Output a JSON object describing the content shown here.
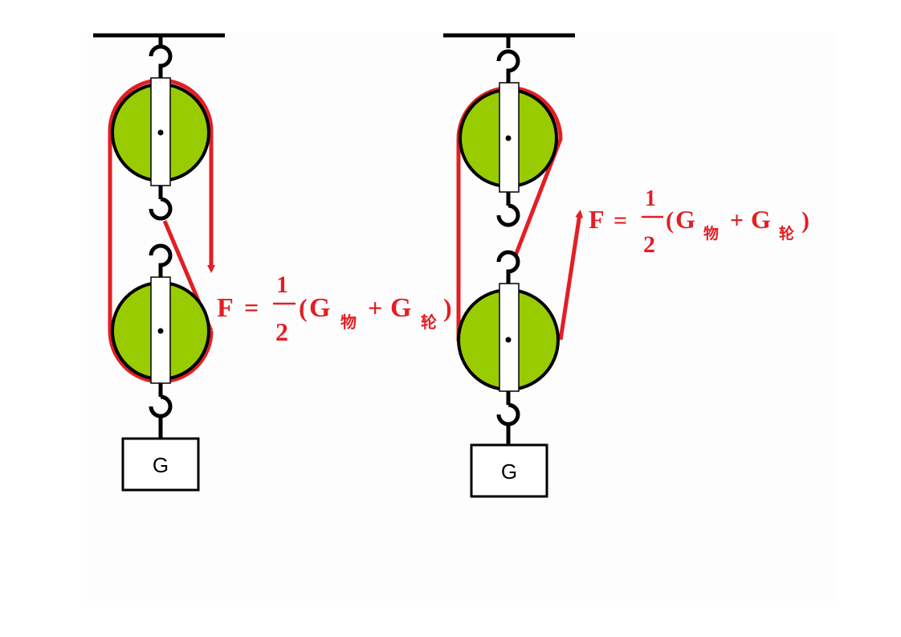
{
  "colors": {
    "rope": "#e31e24",
    "pulley_fill": "#99cc00",
    "outline": "#000000",
    "frame_fill": "#ffffff",
    "formula_text": "#e31e24"
  },
  "left_system": {
    "weight_label": "G",
    "formula": {
      "F": "F",
      "equals": "=",
      "numerator": "1",
      "denominator": "2",
      "open_paren": "(",
      "g1": "G",
      "sub1": "物",
      "plus": "+",
      "g2": "G",
      "sub2": "轮",
      "close_paren": ")"
    }
  },
  "right_system": {
    "weight_label": "G",
    "formula": {
      "F": "F",
      "equals": "=",
      "numerator": "1",
      "denominator": "2",
      "open_paren": "(",
      "g1": "G",
      "sub1": "物",
      "plus": "+",
      "g2": "G",
      "sub2": "轮",
      "close_paren": ")"
    }
  }
}
